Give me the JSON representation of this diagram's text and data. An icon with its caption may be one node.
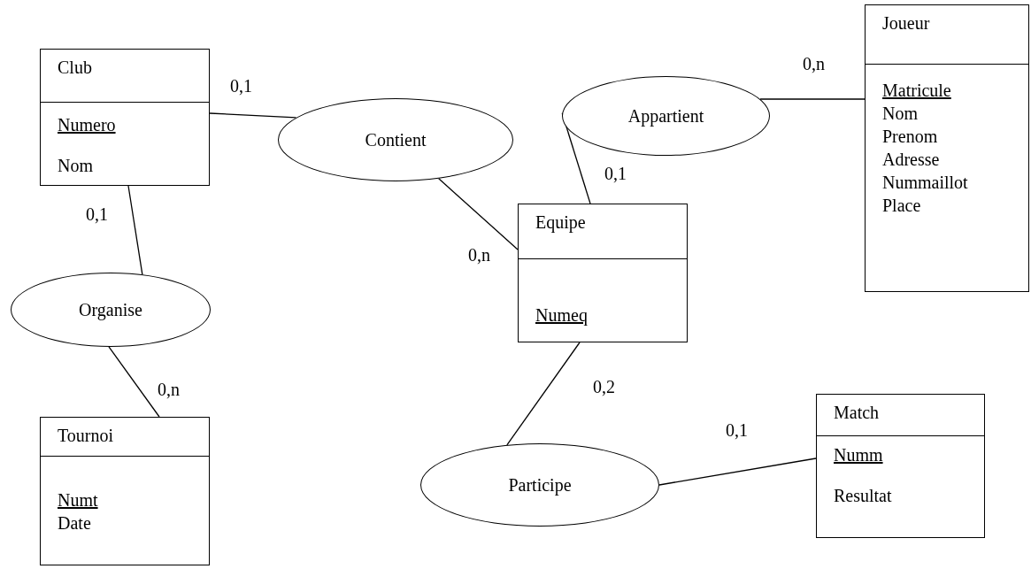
{
  "diagram": {
    "nodes": [
      {
        "text": [
          "Club",
          "Numero",
          "Nom"
        ]
      },
      {
        "text": [
          "Contient"
        ]
      },
      {
        "text": [
          "Appartient"
        ]
      },
      {
        "text": [
          "Joueur",
          "Matricule",
          "Nom",
          "Prenom",
          "Adresse",
          "Nummaillot",
          "Place"
        ]
      },
      {
        "text": [
          "Equipe",
          "Numeq"
        ]
      },
      {
        "text": [
          "Organise"
        ]
      },
      {
        "text": [
          "Tournoi",
          "Numt",
          "Date"
        ]
      },
      {
        "text": [
          "Participe"
        ]
      },
      {
        "text": [
          "Match",
          "Numm",
          "Resultat"
        ]
      }
    ],
    "edges": [
      {
        "from": 0,
        "to": 1,
        "arrow": "none",
        "label": "0,1"
      },
      {
        "from": 1,
        "to": 4,
        "arrow": "none",
        "label": "0,n"
      },
      {
        "from": 2,
        "to": 3,
        "arrow": "none",
        "label": "0,n"
      },
      {
        "from": 2,
        "to": 4,
        "arrow": "none",
        "label": "0,1"
      },
      {
        "from": 0,
        "to": 5,
        "arrow": "none",
        "label": "0,1"
      },
      {
        "from": 5,
        "to": 6,
        "arrow": "none",
        "label": "0,n"
      },
      {
        "from": 4,
        "to": 7,
        "arrow": "none",
        "label": "0,2"
      },
      {
        "from": 7,
        "to": 8,
        "arrow": "none",
        "label": "0,1"
      }
    ]
  }
}
